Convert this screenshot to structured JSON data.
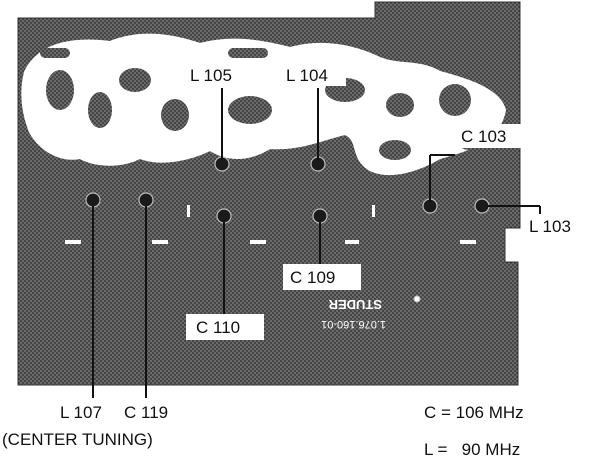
{
  "labels": {
    "l105": "L 105",
    "l104": "L 104",
    "c103": "C 103",
    "l103": "L 103",
    "c109": "C 109",
    "c110": "C 110",
    "l107": "L 107",
    "c119": "C 119",
    "center_tuning": "(CENTER TUNING)"
  },
  "board_marking": {
    "part_number": "1.076.160-01",
    "brand": "STUDER"
  },
  "legend": {
    "c_line": "C = 106 MHz",
    "l_line": "L =   90 MHz"
  },
  "colors": {
    "board": "#5a5a5a",
    "trace": "#ffffff",
    "ink": "#111111"
  }
}
